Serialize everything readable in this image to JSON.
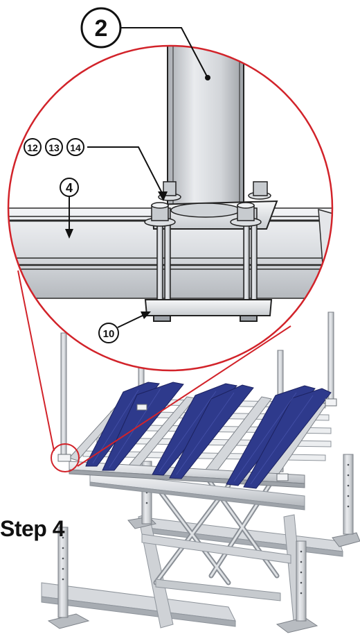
{
  "step_label": "Step 4",
  "callouts": {
    "part_2": "2",
    "part_4": "4",
    "part_10": "10",
    "part_12": "12",
    "part_13": "13",
    "part_14": "14"
  },
  "colors": {
    "magnifier_ring": "#d2232a",
    "panel_blue": "#2e3a8c",
    "frame_steel": "#c9cdd2",
    "frame_shadow": "#8e949b"
  }
}
